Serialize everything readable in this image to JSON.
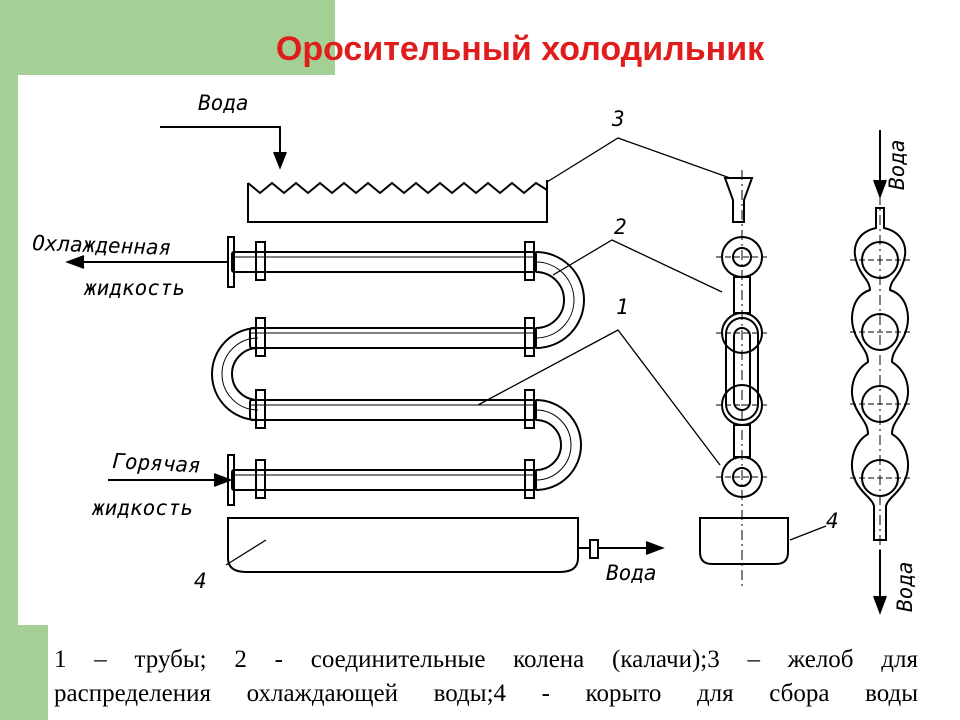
{
  "slide": {
    "title": "Оросительный холодильник",
    "caption_line1": "1 – трубы; 2 - соединительные колена (калачи);3 – желоб для",
    "caption_line2": "распределения охлаждающей воды;4 - корыто для сбора воды"
  },
  "diagram": {
    "label_water_in": "Вода",
    "label_cooled_1": "Охлажденная",
    "label_cooled_2": "жидкость",
    "label_hot_1": "Горячая",
    "label_hot_2": "жидкость",
    "label_water_out": "Вода",
    "label_side_water_in": "Вода",
    "label_side_water_out": "Вода",
    "num_1": "1",
    "num_2": "2",
    "num_3": "3",
    "num_4_left": "4",
    "num_4_right": "4"
  }
}
